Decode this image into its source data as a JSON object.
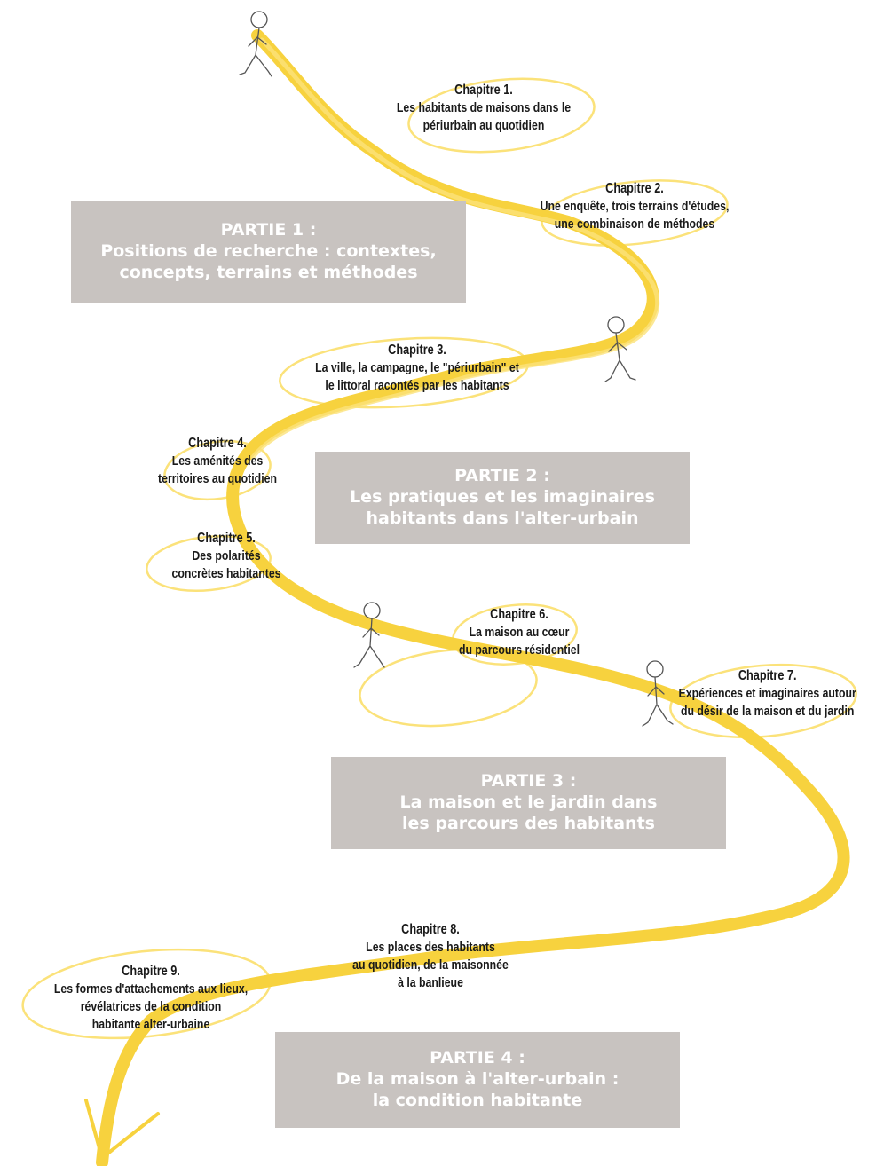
{
  "parts": [
    {
      "id": "p1",
      "title": "PARTIE 1 :",
      "lines": [
        "Positions de recherche : contextes,",
        "concepts, terrains et méthodes"
      ]
    },
    {
      "id": "p2",
      "title": "PARTIE 2 :",
      "lines": [
        "Les pratiques et les imaginaires",
        "habitants dans l'alter-urbain"
      ]
    },
    {
      "id": "p3",
      "title": "PARTIE 3 :",
      "lines": [
        "La maison et le jardin dans",
        "les parcours des habitants"
      ]
    },
    {
      "id": "p4",
      "title": "PARTIE 4 :",
      "lines": [
        "De la maison à l'alter-urbain :",
        "la condition habitante"
      ]
    }
  ],
  "chapters": [
    {
      "title": "Chapitre 1.",
      "lines": [
        "Les habitants de maisons dans le",
        "périurbain au quotidien"
      ]
    },
    {
      "title": "Chapitre 2.",
      "lines": [
        "Une enquête, trois terrains d'études,",
        "une combinaison de méthodes"
      ]
    },
    {
      "title": "Chapitre 3.",
      "lines": [
        "La ville, la campagne, le \"périurbain\" et",
        "le littoral racontés par les habitants"
      ]
    },
    {
      "title": "Chapitre 4.",
      "lines": [
        "Les aménités des",
        "territoires au quotidien"
      ]
    },
    {
      "title": "Chapitre 5.",
      "lines": [
        "Des polarités",
        "concrètes habitantes"
      ]
    },
    {
      "title": "Chapitre 6.",
      "lines": [
        "La maison au cœur",
        "du parcours résidentiel"
      ]
    },
    {
      "title": "Chapitre 7.",
      "lines": [
        "Expériences et imaginaires autour",
        "du désir de la maison et du jardin"
      ]
    },
    {
      "title": "Chapitre 8.",
      "lines": [
        "Les places des habitants",
        "au quotidien, de la maisonnée",
        "à la banlieue"
      ]
    },
    {
      "title": "Chapitre 9.",
      "lines": [
        "Les formes d'attachements aux lieux,",
        "révélatrices de la condition",
        "habitante alter-urbaine"
      ]
    }
  ],
  "colors": {
    "ribbon": "#f7d23e",
    "ribbon_light": "#fbe27a",
    "box": "#c8c3c0",
    "box_text": "#ffffff",
    "text": "#1a1a1a",
    "figure": "#555555"
  },
  "icons": [
    "walking-figure-icon",
    "walking-figure-icon",
    "walking-figure-icon",
    "walking-figure-icon",
    "arrow-head-icon"
  ]
}
